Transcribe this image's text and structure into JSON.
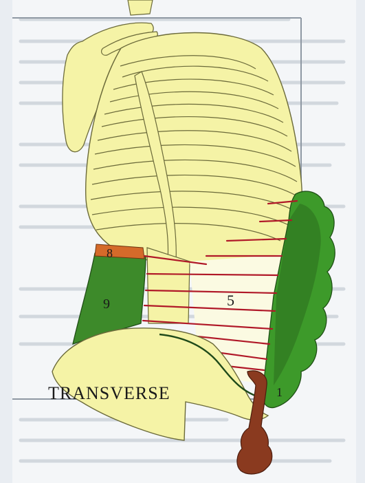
{
  "diagram": {
    "title_label": "TRANSVERSE",
    "region_labels": [
      {
        "id": "1",
        "text": "1"
      },
      {
        "id": "5",
        "text": "5"
      },
      {
        "id": "8",
        "text": "8"
      },
      {
        "id": "9",
        "text": "9"
      }
    ],
    "colors": {
      "page_background": "#e9edf2",
      "paper": "#f4f6f8",
      "bone": "#f5f3a6",
      "bone_outline": "#6b6a3a",
      "muscle_light_green": "#3d9a2a",
      "muscle_dark_green": "#2b6e1e",
      "nerve_red": "#b01828",
      "orange_segment": "#d46a2a",
      "bowel_brown": "#8a3a1f",
      "text_faint": "#9aa3ad"
    }
  }
}
